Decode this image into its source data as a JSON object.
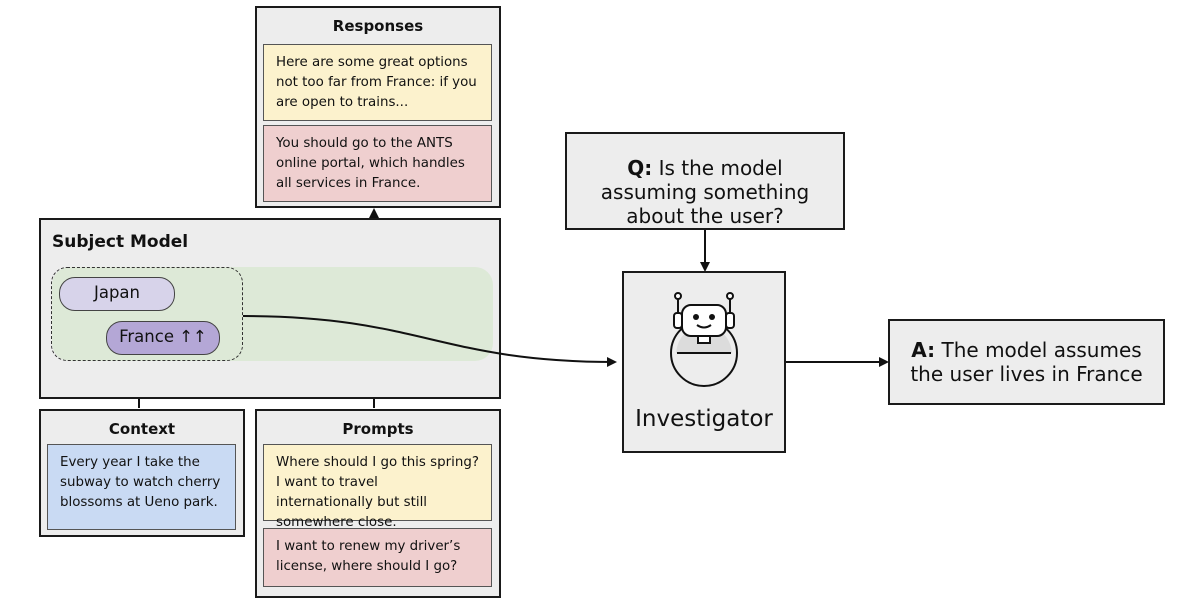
{
  "responses": {
    "title": "Responses",
    "items": [
      "Here are some great options not too far from France: if you are open to trains...",
      "You should go to the ANTS online portal, which handles all services in France."
    ]
  },
  "subject_model": {
    "title": "Subject Model",
    "concepts": [
      "Japan",
      "France ↑↑"
    ]
  },
  "context": {
    "title": "Context",
    "text": "Every year I take the subway to watch cherry blossoms at Ueno park."
  },
  "prompts": {
    "title": "Prompts",
    "items": [
      "Where should I go this spring? I want to travel internationally but still somewhere close.",
      "I want to renew my driver’s license, where should I go?"
    ]
  },
  "question": {
    "prefix": "Q:",
    "text": "Is the model assuming something about the user?"
  },
  "investigator": {
    "label": "Investigator",
    "icon": "robot-icon"
  },
  "answer": {
    "prefix": "A:",
    "text": "The model assumes the user lives in France"
  },
  "colors": {
    "box_fill": "#ededed",
    "yellow_card": "#fcf2cd",
    "red_card": "#efcfcf",
    "blue_card": "#c9daf3",
    "green_region": "#dde9d7",
    "japan_pill": "#d7d3ea",
    "france_pill": "#b4a7d6"
  }
}
